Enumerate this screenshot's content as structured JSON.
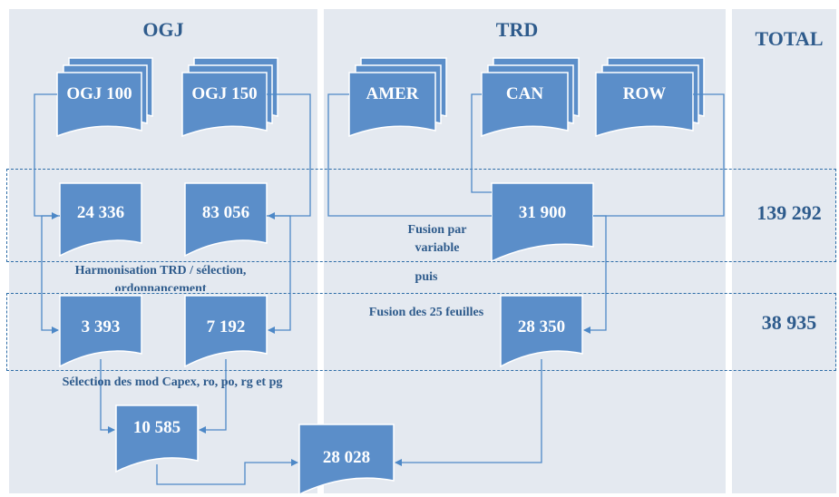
{
  "headers": {
    "ogj": "OGJ",
    "trd": "TRD",
    "total": "TOTAL"
  },
  "sources": {
    "ogj100": "OGJ 100",
    "ogj150": "OGJ 150",
    "amer": "AMER",
    "can": "CAN",
    "row": "ROW"
  },
  "counts": {
    "ogj100": "24 336",
    "ogj150": "83 056",
    "trd": "31 900",
    "ogj100_sel": "3 393",
    "ogj150_sel": "7 192",
    "trd_merged": "28 350",
    "ogj_capex": "10 585",
    "final": "28 028"
  },
  "totals": {
    "row1": "139 292",
    "row2": "38 935"
  },
  "labels": {
    "fusion_var": "Fusion par variable",
    "harmonisation": "Harmonisation TRD / sélection, ordonnancement",
    "puis": "puis",
    "fusion_feuilles": "Fusion des 25 feuilles",
    "selection": "Sélection des mod Capex, ro, po, rg et pg"
  },
  "colors": {
    "node_fill": "#5b8ec9",
    "node_stroke": "#ffffff",
    "connector": "#4d88c7",
    "panel": "#e4e9f0",
    "text": "#2e5b8c"
  }
}
